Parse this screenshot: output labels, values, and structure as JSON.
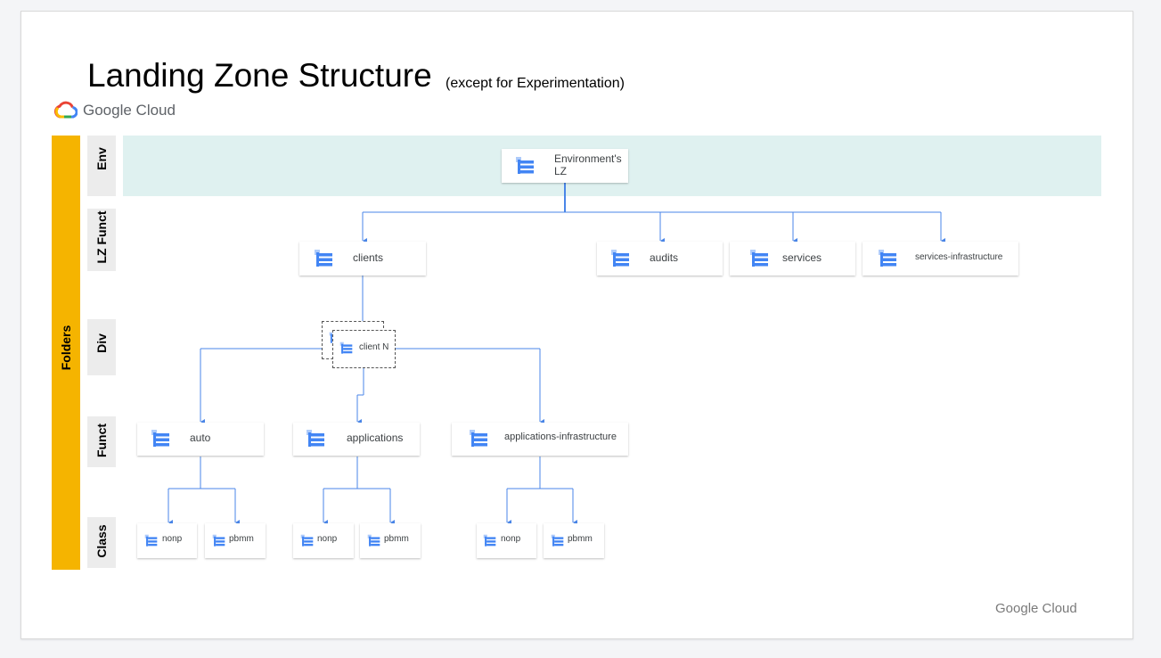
{
  "title": "Landing Zone Structure",
  "subtitle": "(except for Experimentation)",
  "logo_text": "Google Cloud",
  "footer_logo_text": "Google Cloud",
  "colors": {
    "folders_bar": "#f5b400",
    "env_band": "#dff1f0",
    "connector": "#4a86e8",
    "icon": "#4285f4"
  },
  "side_label": "Folders",
  "rows": {
    "env": "Env",
    "lz_funct": "LZ Funct",
    "div": "Div",
    "funct": "Funct",
    "class": "Class"
  },
  "nodes": {
    "env": "Environment's\nLZ",
    "clients": "clients",
    "audits": "audits",
    "services": "services",
    "services_infra": "services-infrastructure",
    "client_n": "client N",
    "auto": "auto",
    "applications": "applications",
    "applications_infra": "applications-infrastructure",
    "auto_nonp": "nonp",
    "auto_pbmm": "pbmm",
    "apps_nonp": "nonp",
    "apps_pbmm": "pbmm",
    "appinfra_nonp": "nonp",
    "appinfra_pbmm": "pbmm"
  }
}
